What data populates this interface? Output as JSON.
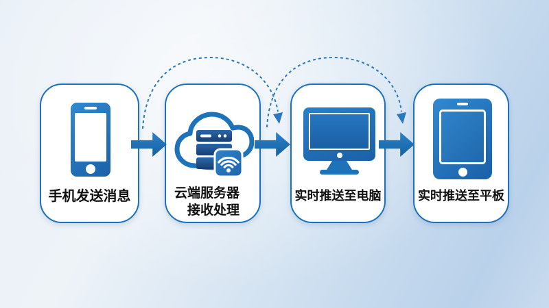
{
  "steps": [
    {
      "name": "phone",
      "icon": "smartphone-icon",
      "lines": [
        "手机发送消息"
      ]
    },
    {
      "name": "cloud-server",
      "icon": "cloud-server-icon",
      "lines": [
        "云端服务器",
        "接收处理"
      ]
    },
    {
      "name": "computer",
      "icon": "desktop-computer-icon",
      "lines": [
        "实时推送至电脑"
      ]
    },
    {
      "name": "tablet",
      "icon": "tablet-icon",
      "lines": [
        "实时推送至平板"
      ]
    }
  ],
  "connectors": {
    "solid_arrow_count": 3,
    "dashed_arcs": [
      {
        "from": "手机发送消息",
        "to": "实时推送至电脑"
      },
      {
        "from": "云端服务器接收处理",
        "to": "实时推送至平板"
      }
    ]
  },
  "colors": {
    "accent": "#1e72ba",
    "card_border": "#1b70c0",
    "text": "#101010",
    "arc": "#2a78c0",
    "icon_blue_1": "#3089d0",
    "icon_blue_2": "#1a60a8",
    "server_dark_1": "#2a66a8",
    "server_dark_2": "#173f73",
    "bg_1": "#e9f0f7",
    "bg_2": "#b9d1ea"
  }
}
